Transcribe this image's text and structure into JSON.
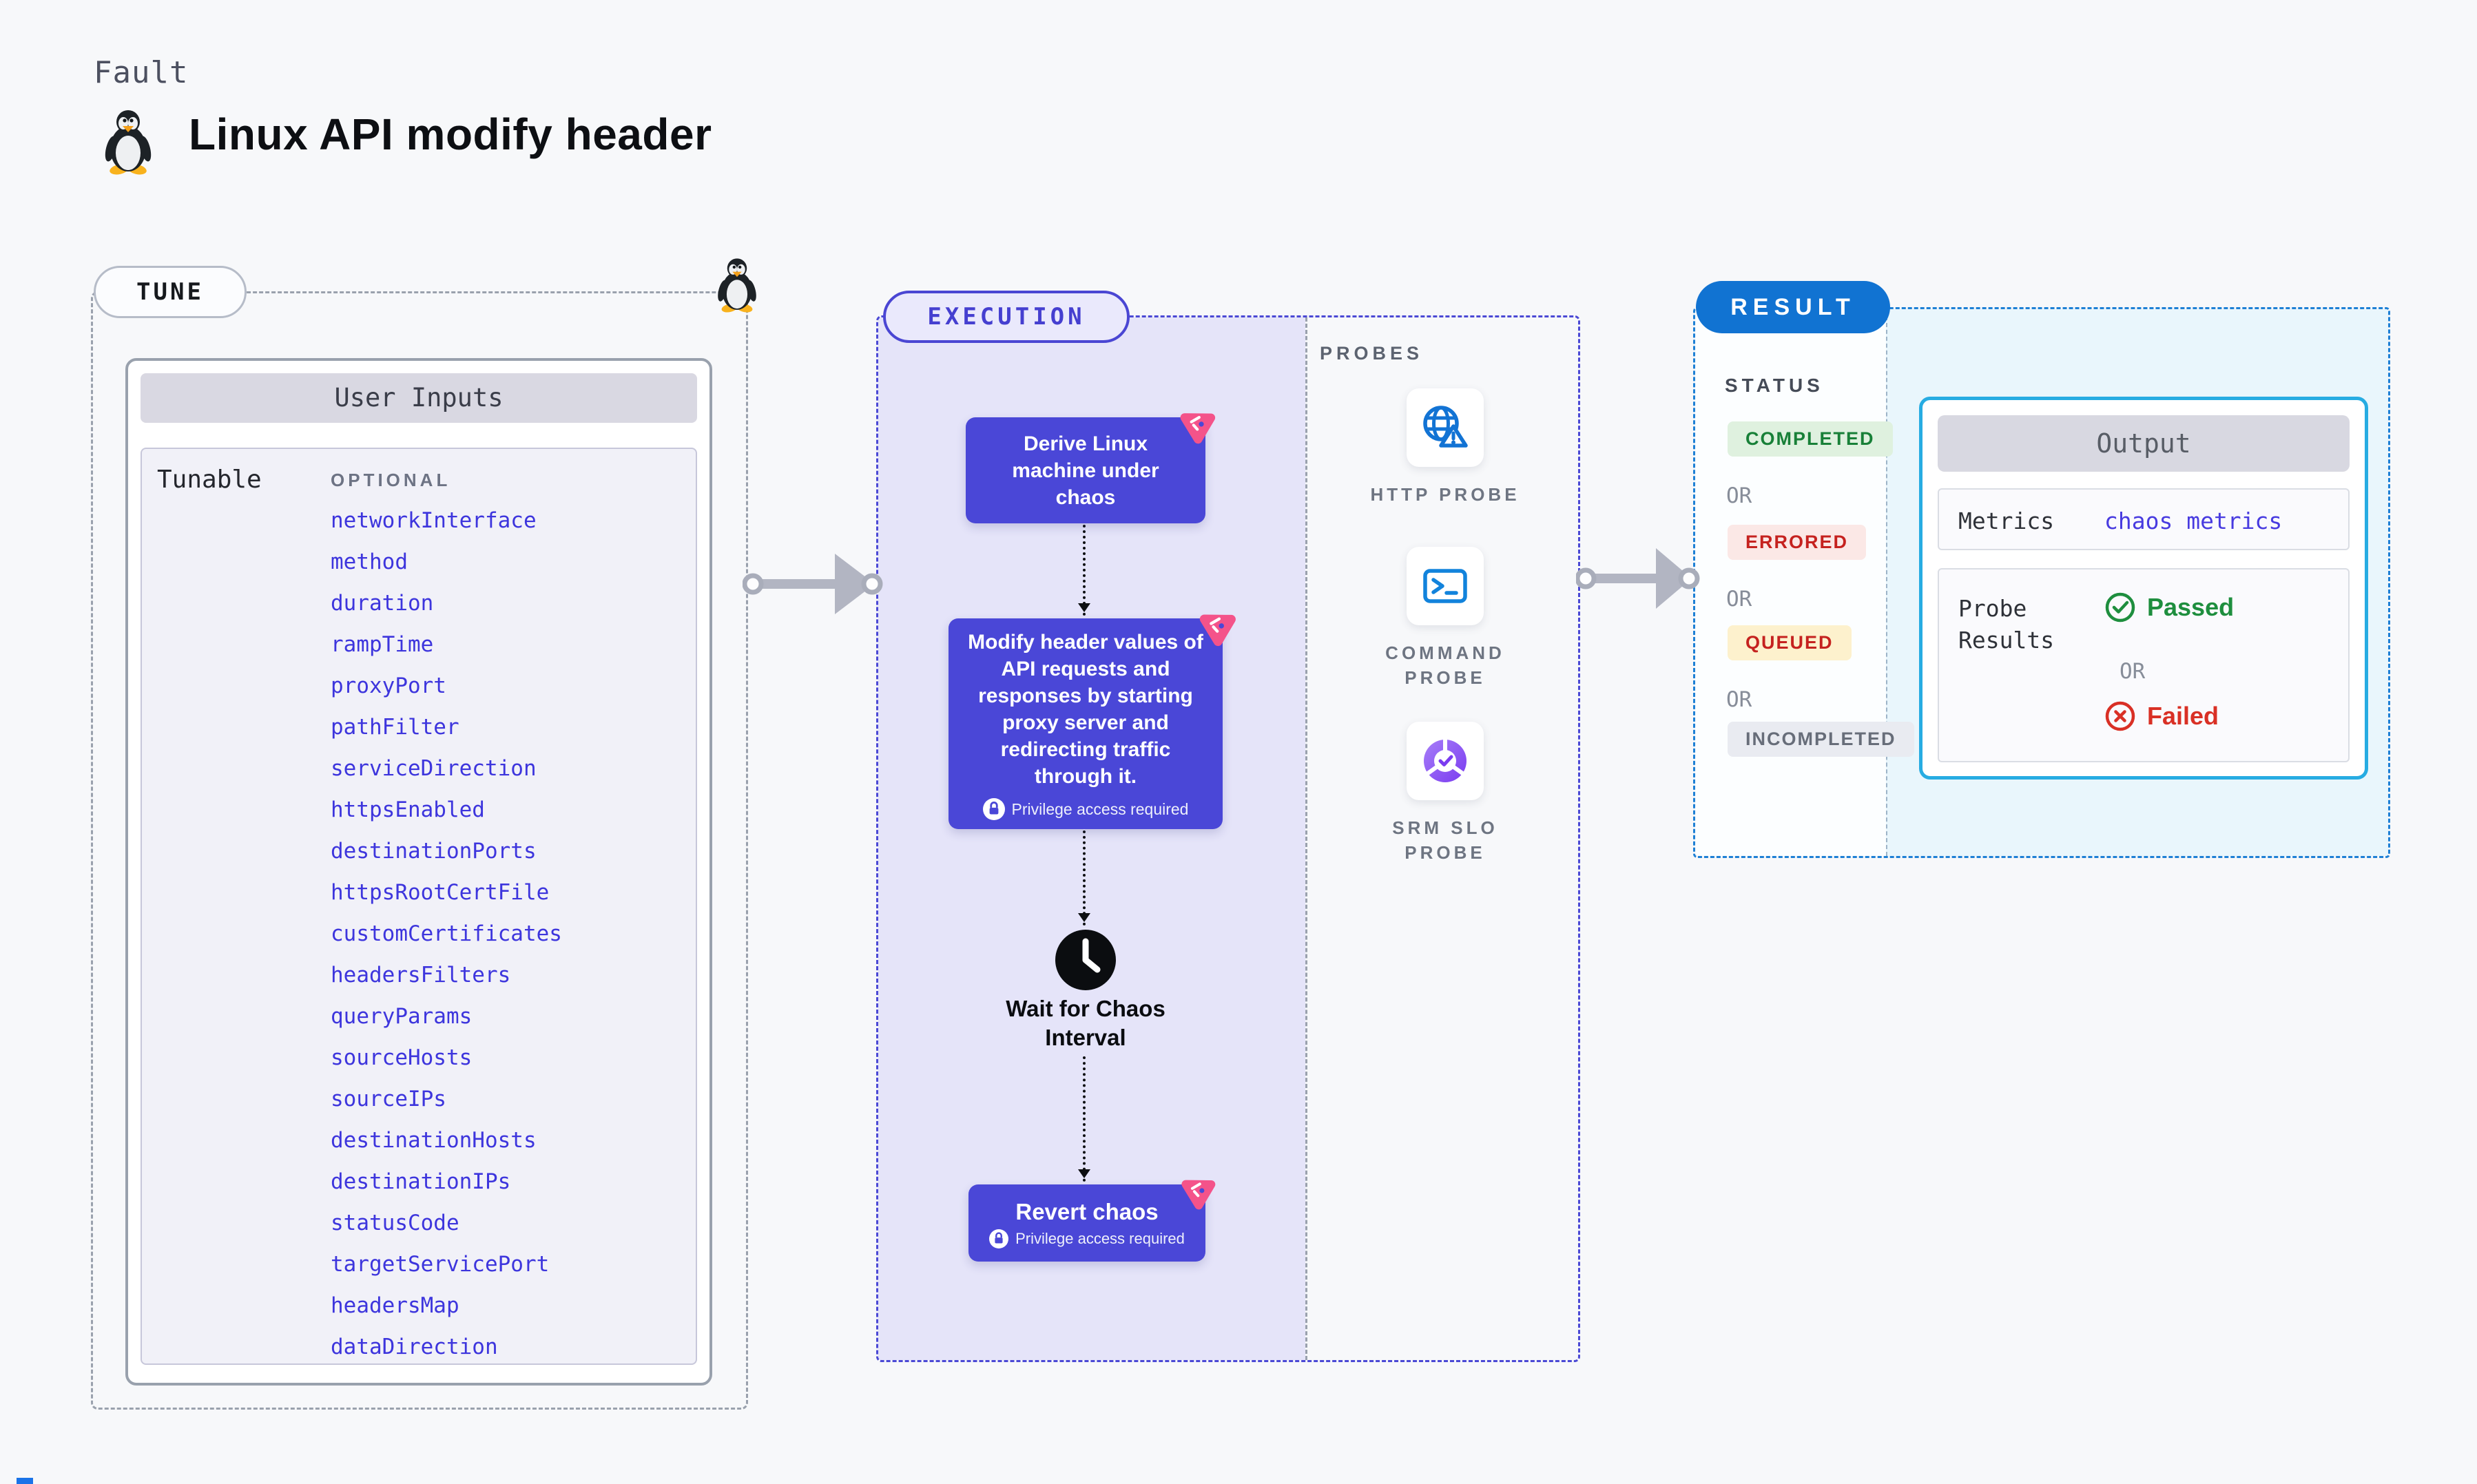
{
  "header": {
    "eyebrow": "Fault",
    "title": "Linux API modify header"
  },
  "tune": {
    "badge": "TUNE",
    "card_title": "User Inputs",
    "row_label": "Tunable",
    "column_label": "OPTIONAL",
    "params": [
      "networkInterface",
      "method",
      "duration",
      "rampTime",
      "proxyPort",
      "pathFilter",
      "serviceDirection",
      "httpsEnabled",
      "destinationPorts",
      "httpsRootCertFile",
      "customCertificates",
      "headersFilters",
      "queryParams",
      "sourceHosts",
      "sourceIPs",
      "destinationHosts",
      "destinationIPs",
      "statusCode",
      "targetServicePort",
      "headersMap",
      "dataDirection"
    ]
  },
  "execution": {
    "badge": "EXECUTION",
    "step1": {
      "text": "Derive Linux machine under chaos"
    },
    "step2": {
      "text": "Modify header values of API requests and responses by starting proxy server and redirecting traffic through it.",
      "privilege": "Privilege access required"
    },
    "wait_step": {
      "text": "Wait for Chaos Interval"
    },
    "step3": {
      "text": "Revert chaos",
      "privilege": "Privilege access required"
    }
  },
  "probes": {
    "label": "PROBES",
    "items": [
      {
        "name": "HTTP PROBE",
        "icon": "globe-alert-icon"
      },
      {
        "name": "COMMAND PROBE",
        "icon": "terminal-icon"
      },
      {
        "name": "SRM SLO PROBE",
        "icon": "slo-pie-check-icon"
      }
    ]
  },
  "result": {
    "badge": "RESULT",
    "status_label": "STATUS",
    "or_label": "OR",
    "statuses": [
      {
        "label": "COMPLETED",
        "kind": "completed"
      },
      {
        "label": "ERRORED",
        "kind": "errored"
      },
      {
        "label": "QUEUED",
        "kind": "queued"
      },
      {
        "label": "INCOMPLETED",
        "kind": "incompleted"
      }
    ],
    "output": {
      "title": "Output",
      "metrics_label": "Metrics",
      "metrics_value": "chaos metrics",
      "probe_results_label": "Probe Results",
      "passed_label": "Passed",
      "or_label": "OR",
      "failed_label": "Failed"
    }
  },
  "colors": {
    "accent_indigo": "#4a47d7",
    "param_link_blue": "#3d35dd",
    "execution_border": "#4b49d5",
    "execution_fill": "#e5e4f9",
    "result_pill_blue": "#1173d2",
    "result_border_blue": "#1e80d5",
    "result_fill_cyan": "#e9f6fc",
    "output_border_cyan": "#27ace2",
    "status_completed": {
      "bg": "#dff1df",
      "text": "#188038"
    },
    "status_errored": {
      "bg": "#fbe8e6",
      "text": "#c5221f"
    },
    "status_queued": {
      "bg": "#fdf1cd",
      "text": "#c5221f"
    },
    "status_incompleted": {
      "bg": "#e9ebf1",
      "text": "#676d79"
    },
    "passed_green": "#1e8e3e",
    "failed_red": "#d93025",
    "probe_icon_blue": "#1273d4",
    "litmus_pink": "#f4538a"
  }
}
